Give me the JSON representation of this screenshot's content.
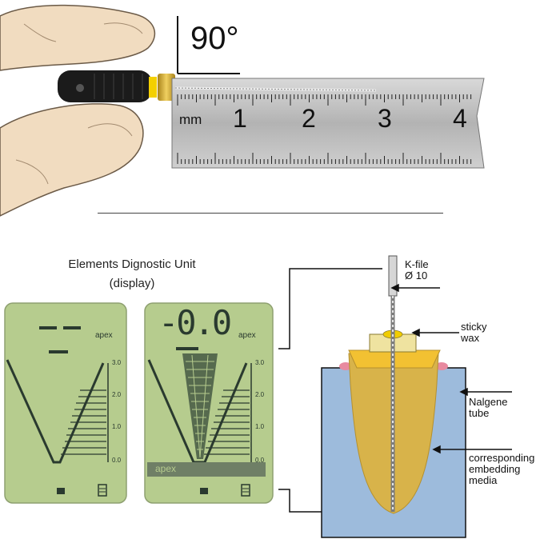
{
  "photo": {
    "angle_label": "90°",
    "ruler": {
      "unit": "mm",
      "numbers": [
        "1",
        "2",
        "3",
        "4"
      ]
    }
  },
  "unit_panel": {
    "title": "Elements Dignostic Unit",
    "subtitle": "(display)",
    "left_display": {
      "brand": "apex",
      "scale": [
        "3.0",
        "2.0",
        "1.0",
        "0.0"
      ]
    },
    "right_display": {
      "reading": "-0.0",
      "brand": "apex",
      "scale": [
        "3.0",
        "2.0",
        "1.0",
        "0.0"
      ],
      "apex_bar_label": "apex"
    }
  },
  "schematic": {
    "labels": {
      "kfile_line1": "K-file",
      "kfile_line2": "Ø 10",
      "wax_line1": "sticky",
      "wax_line2": "wax",
      "tube_line1": "Nalgene",
      "tube_line2": "tube",
      "media_line1": "corresponding",
      "media_line2": "embedding",
      "media_line3": "media"
    }
  },
  "colors": {
    "lcd_green": "#b6cc8e",
    "lcd_segment": "#2a3a2f",
    "tube_blue": "#9dbbdc",
    "media_yellow": "#d8b34a",
    "ruler_steel": "#bdbdbd",
    "skin": "#f1dcc0"
  }
}
